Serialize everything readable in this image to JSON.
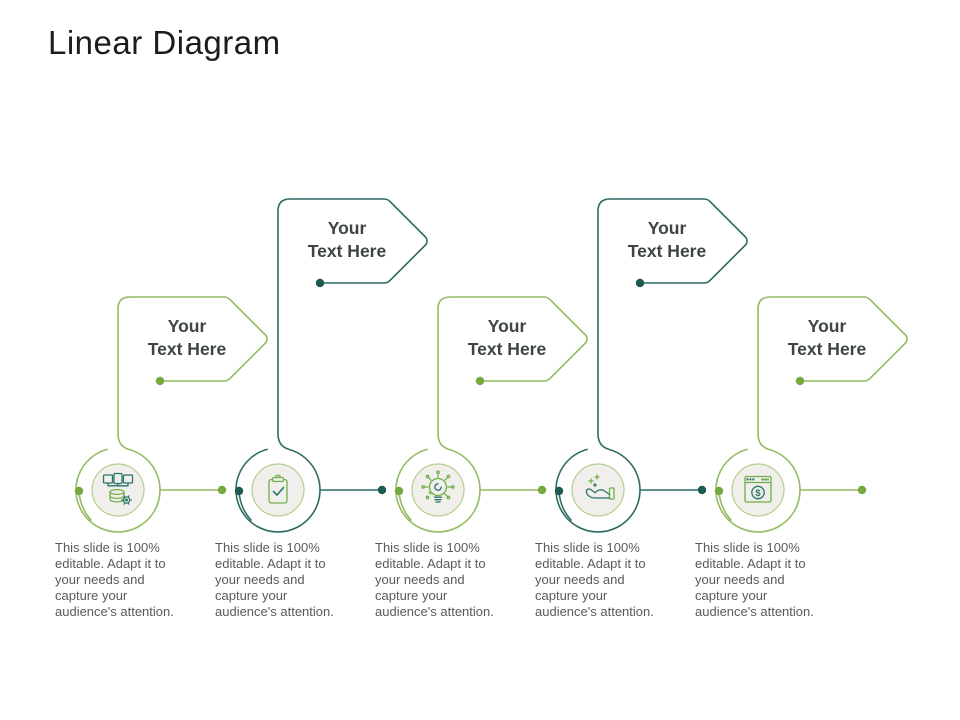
{
  "slide": {
    "title": "Linear Diagram"
  },
  "nodes": [
    {
      "label": "Your\nText Here",
      "description": "This slide is 100%\neditable. Adapt it to\nyour needs and\ncapture your\naudience's attention.",
      "icon": "network-servers-icon",
      "theme": "green",
      "row": "low"
    },
    {
      "label": "Your\nText Here",
      "description": "This slide is 100%\neditable. Adapt it to\nyour needs and\ncapture your\naudience's attention.",
      "icon": "clipboard-check-icon",
      "theme": "teal",
      "row": "high"
    },
    {
      "label": "Your\nText Here",
      "description": "This slide is 100%\neditable. Adapt it to\nyour needs and\ncapture your\naudience's attention.",
      "icon": "idea-bulb-icon",
      "theme": "green",
      "row": "low"
    },
    {
      "label": "Your\nText Here",
      "description": "This slide is 100%\neditable. Adapt it to\nyour needs and\ncapture your\naudience's attention.",
      "icon": "hand-care-icon",
      "theme": "teal",
      "row": "high"
    },
    {
      "label": "Your\nText Here",
      "description": "This slide is 100%\neditable. Adapt it to\nyour needs and\ncapture your\naudience's attention.",
      "icon": "payment-window-icon",
      "theme": "green",
      "row": "low"
    }
  ],
  "colors": {
    "green": "#93bc62",
    "green_dot": "#76a93e",
    "teal": "#2e6b63",
    "teal_dot": "#1d5a52",
    "icon_green": "#6faf49",
    "icon_teal": "#2a7568",
    "circle_fill": "#f0efec",
    "circle_border": "#b6ce90",
    "title_color": "#1c1c1a",
    "label_color": "#3d4443",
    "desc_color": "#5a5a5a"
  }
}
